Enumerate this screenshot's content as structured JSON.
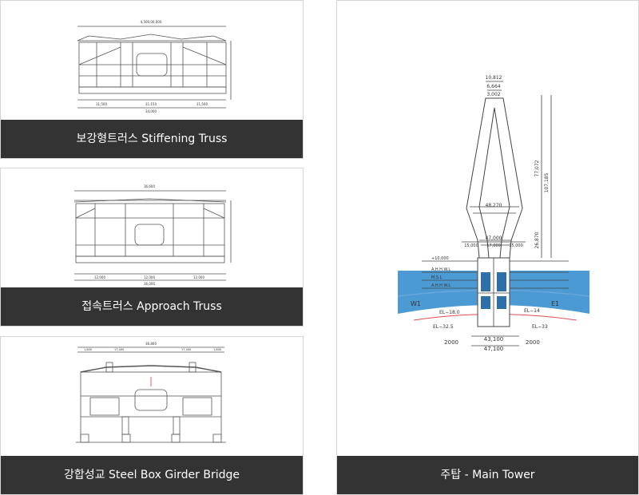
{
  "cards": [
    {
      "caption": "보강형트러스 Stiffening Truss"
    },
    {
      "caption": "접속트러스 Approach Truss"
    },
    {
      "caption": "강합성교 Steel Box Girder Bridge"
    },
    {
      "caption": "주탑 - Main Tower"
    }
  ],
  "truss1": {
    "top": "4,500,00,000",
    "b1": "11,500",
    "b2": "11,150",
    "b3": "11,500",
    "bt": "34,000"
  },
  "truss2": {
    "top": "36,600",
    "b1": "12,000",
    "b2": "12,000",
    "b3": "12,000",
    "bt": "36,000"
  },
  "girder": {
    "top": "36,800",
    "l1": "1,600",
    "l2": "17,400",
    "r2": "17,400",
    "r1": "1,600"
  },
  "tower": {
    "top1": "10,812",
    "top2": "6,664",
    "top3": "3,002",
    "mid_width": "48,270",
    "base_width": "47,000",
    "seg_left": "15,000",
    "seg_mid": "17,000",
    "seg_right": "15,000",
    "h_upper": "77,072",
    "h_total": "107,185",
    "h_lower": "26,870",
    "lv1": "+10,000",
    "lv2": "A.H.H.W.L",
    "lv3": "M.S.L",
    "lv4": "A.H.H.W.L",
    "w1": "W1",
    "e1": "E1",
    "el_l1": "EL−18.0",
    "el_r1": "EL−14",
    "el_l2": "EL−32.5",
    "el_r2": "EL−33",
    "foot_l": "2000",
    "foot_r": "2000",
    "foot_w1": "43,100",
    "foot_w2": "47,100",
    "water_color": "#4b9ad4",
    "ground_color": "#e05050"
  }
}
